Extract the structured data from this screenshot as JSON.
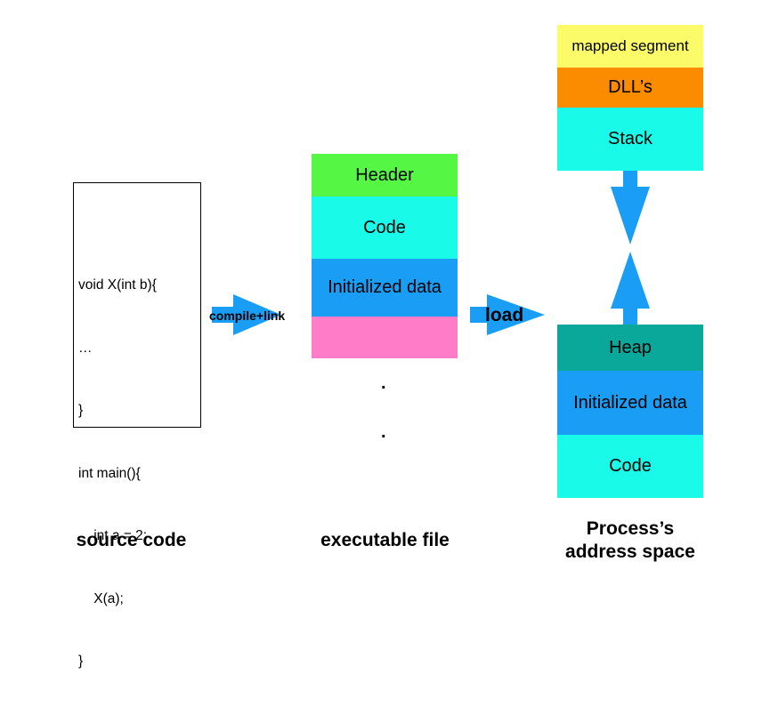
{
  "source_code": {
    "lines": [
      "void X(int b){",
      "…",
      "}",
      "int main(){",
      "    int a = 2;",
      "    X(a);",
      "}"
    ],
    "caption": "source code"
  },
  "arrows": {
    "compile_label": "compile+link",
    "load_label": "load",
    "color": "#1a9ef5"
  },
  "executable": {
    "segments": [
      {
        "label": "Header",
        "color": "#55f744"
      },
      {
        "label": "Code",
        "color": "#1afae8"
      },
      {
        "label": "Initialized data",
        "color": "#1a9ef5"
      },
      {
        "label": "",
        "color": "#ff7dc8"
      }
    ],
    "dots": [
      ".",
      "."
    ],
    "caption": "executable file"
  },
  "process": {
    "upper_segments": [
      {
        "label": "mapped segment",
        "color": "#fbfb6a"
      },
      {
        "label": "DLL’s",
        "color": "#fb8c00"
      },
      {
        "label": "Stack",
        "color": "#1afae8"
      }
    ],
    "lower_segments": [
      {
        "label": "Heap",
        "color": "#0aa89a"
      },
      {
        "label": "Initialized data",
        "color": "#1a9ef5"
      },
      {
        "label": "Code",
        "color": "#1afae8"
      }
    ],
    "caption_line1": "Process’s",
    "caption_line2": "address space"
  }
}
